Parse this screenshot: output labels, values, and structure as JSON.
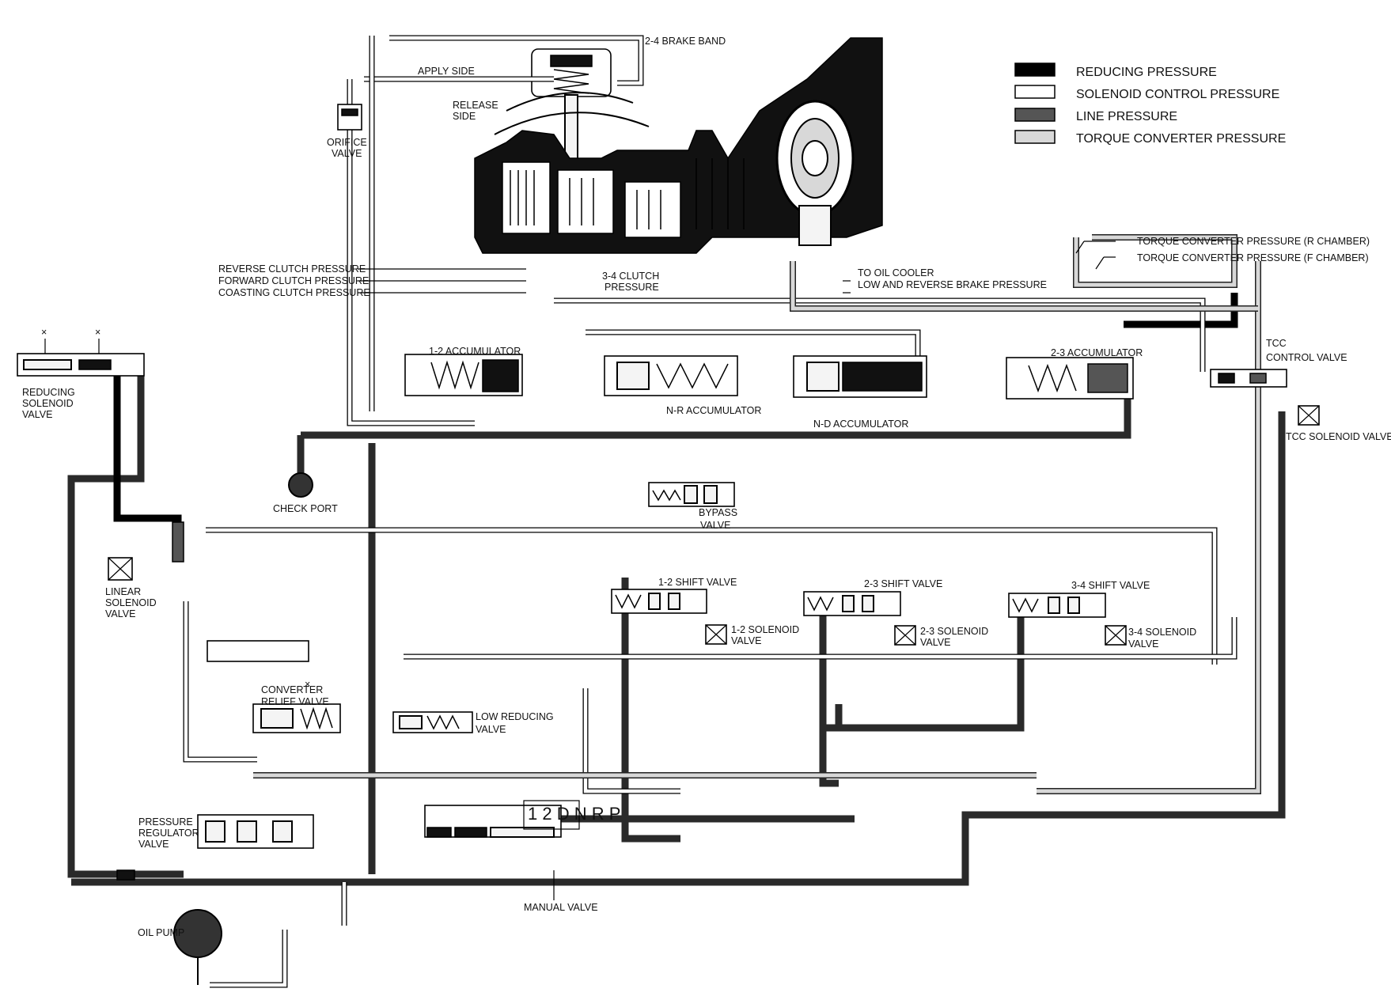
{
  "legend": {
    "items": [
      {
        "label": "REDUCING PRESSURE",
        "swatch": "#000000"
      },
      {
        "label": "SOLENOID CONTROL PRESSURE",
        "swatch": "#ffffff"
      },
      {
        "label": "LINE PRESSURE",
        "swatch": "#555555"
      },
      {
        "label": "TORQUE CONVERTER PRESSURE",
        "swatch": "#d8d8d8"
      }
    ]
  },
  "labels": {
    "brake_band": "2-4 BRAKE BAND",
    "apply_side": "APPLY SIDE",
    "release_side_1": "RELEASE",
    "release_side_2": "SIDE",
    "orifice_valve_1": "ORIFICE",
    "orifice_valve_2": "VALVE",
    "reverse_clutch": "REVERSE CLUTCH PRESSURE",
    "forward_clutch": "FORWARD CLUTCH PRESSURE",
    "coasting_clutch": "COASTING CLUTCH PRESSURE",
    "clutch_34_1": "3-4 CLUTCH",
    "clutch_34_2": "PRESSURE",
    "oil_cooler": "TO OIL COOLER",
    "low_reverse_brake": "LOW AND REVERSE BRAKE PRESSURE",
    "tc_r_chamber": "TORQUE CONVERTER PRESSURE (R CHAMBER)",
    "tc_f_chamber": "TORQUE CONVERTER PRESSURE (F CHAMBER)",
    "tcc_control_1": "TCC",
    "tcc_control_2": "CONTROL VALVE",
    "tcc_solenoid": "TCC SOLENOID VALVE",
    "reducing_solenoid_1": "REDUCING",
    "reducing_solenoid_2": "SOLENOID",
    "reducing_solenoid_3": "VALVE",
    "accumulator_12": "1-2 ACCUMULATOR",
    "accumulator_nr": "N-R ACCUMULATOR",
    "accumulator_nd": "N-D ACCUMULATOR",
    "accumulator_23": "2-3 ACCUMULATOR",
    "check_port": "CHECK PORT",
    "bypass_valve_1": "BYPASS",
    "bypass_valve_2": "VALVE",
    "linear_solenoid_1": "LINEAR",
    "linear_solenoid_2": "SOLENOID",
    "linear_solenoid_3": "VALVE",
    "shift_12": "1-2 SHIFT VALVE",
    "shift_23": "2-3 SHIFT VALVE",
    "shift_34": "3-4 SHIFT VALVE",
    "sol_12_1": "1-2 SOLENOID",
    "sol_12_2": "VALVE",
    "sol_23_1": "2-3 SOLENOID",
    "sol_23_2": "VALVE",
    "sol_34_1": "3-4 SOLENOID",
    "sol_34_2": "VALVE",
    "converter_relief_1": "CONVERTER",
    "converter_relief_2": "RELIEF VALVE",
    "low_reducing_1": "LOW REDUCING",
    "low_reducing_2": "VALVE",
    "pressure_regulator_1": "PRESSURE",
    "pressure_regulator_2": "REGULATOR",
    "pressure_regulator_3": "VALVE",
    "selector": "1 2 D N R  P",
    "manual_valve": "MANUAL VALVE",
    "oil_pump": "OIL PUMP",
    "mark_x": "×"
  }
}
